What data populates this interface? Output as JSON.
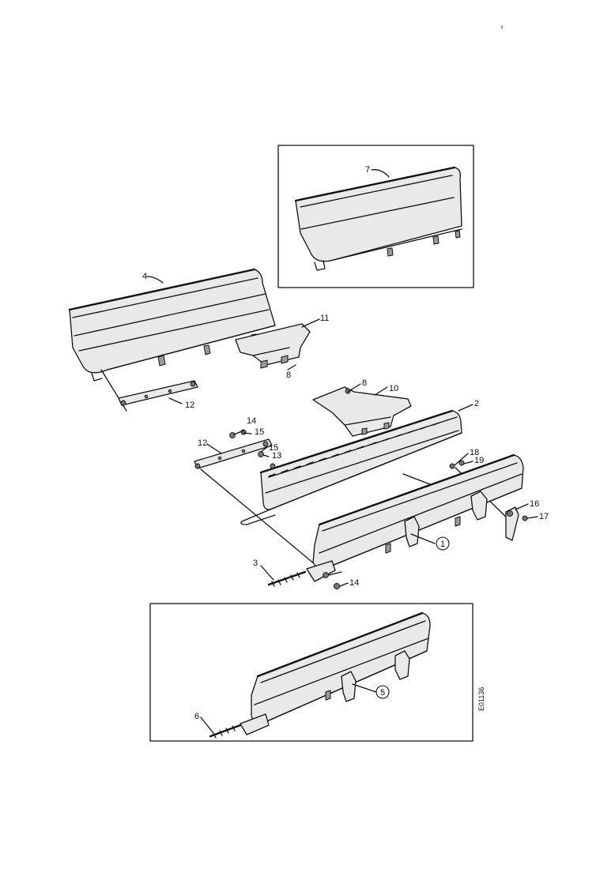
{
  "page_mark": "r",
  "drawing_number": "E01136",
  "callouts": {
    "c1": "1",
    "c2": "2",
    "c3": "3",
    "c4": "4",
    "c5": "5",
    "c6": "6",
    "c7": "7",
    "c8a": "8",
    "c8b": "8",
    "c10": "10",
    "c11": "11",
    "c12a": "12",
    "c12b": "12",
    "c13": "13",
    "c14a": "14",
    "c14b": "14",
    "c15a": "15",
    "c15b": "15",
    "c16": "16",
    "c17": "17",
    "c18": "18",
    "c19": "19"
  }
}
